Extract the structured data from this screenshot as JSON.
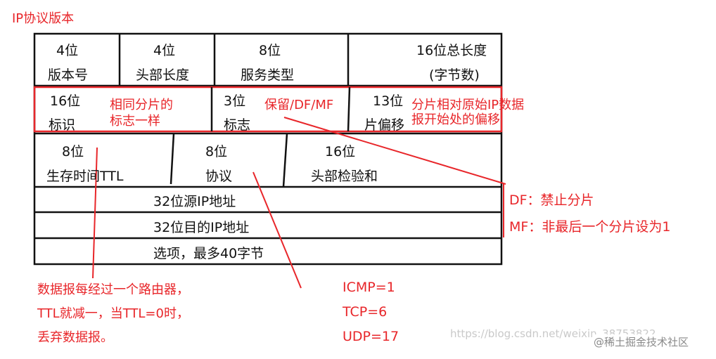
{
  "title": "IP协议版本",
  "header_row": {
    "version": {
      "bits": "4位",
      "name": "版本号"
    },
    "header_length": {
      "bits": "4位",
      "name": "头部长度"
    },
    "service_type": {
      "bits": "8位",
      "name": "服务类型"
    },
    "total_length": {
      "bits": "16位总长度",
      "unit": "(字节数)"
    }
  },
  "frag_row": {
    "identification": {
      "bits": "16位",
      "name": "标识",
      "note_line1": "相同分片的",
      "note_line2": "标志一样"
    },
    "flags": {
      "bits": "3位",
      "name": "标志",
      "note": "保留/DF/MF"
    },
    "offset": {
      "bits": "13位",
      "name": "片偏移",
      "note_line1": "分片相对原始IP数据",
      "note_line2": "报开始处的偏移"
    }
  },
  "ttl_row": {
    "ttl": {
      "bits": "8位",
      "name": "生存时间TTL"
    },
    "protocol": {
      "bits": "8位",
      "name": "协议"
    },
    "checksum": {
      "bits": "16位",
      "name": "头部检验和"
    }
  },
  "src_address": "32位源IP地址",
  "dst_address": "32位目的IP地址",
  "options": "选项，最多40字节",
  "df_note": "DF：禁止分片",
  "mf_note": "MF：非最后一个分片设为1",
  "ttl_note": {
    "line1": "数据报每经过一个路由器，",
    "line2": "TTL就减一，当TTL=0时，",
    "line3": "丢弃数据报。"
  },
  "protocol_values": [
    "ICMP=1",
    "TCP=6",
    "UDP=17"
  ],
  "watermark_url": "https://blog.csdn.net/weixin_38753822",
  "watermark_brand": "@稀土掘金技术社区",
  "colors": {
    "annotation": "#e8262a",
    "lines": "#111111",
    "watermark": "#c9c9c9"
  }
}
